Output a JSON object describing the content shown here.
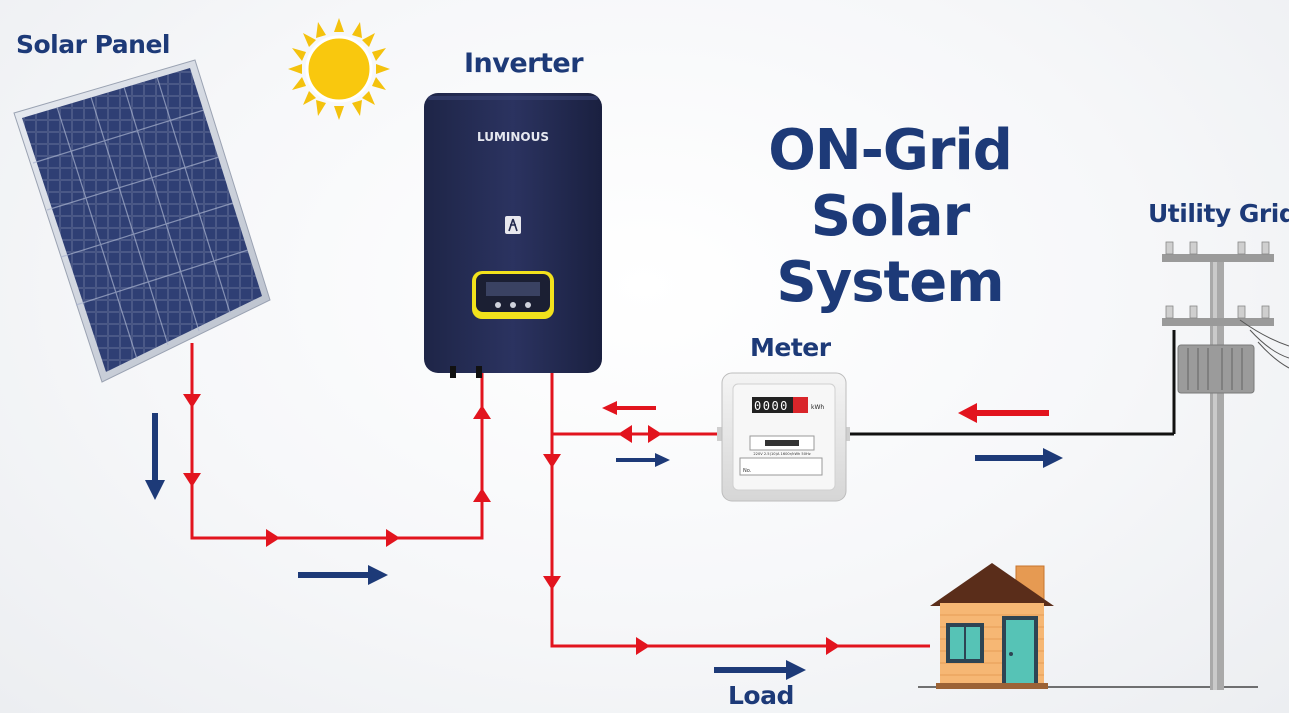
{
  "title": {
    "line1": "ON-Grid",
    "line2": "Solar System"
  },
  "labels": {
    "solar_panel": "Solar Panel",
    "inverter": "Inverter",
    "meter": "Meter",
    "utility_grid": "Utility Grid",
    "load": "Load"
  },
  "inverter": {
    "brand": "LUMINOUS"
  },
  "meter": {
    "reading": "0000",
    "unit": "kWh",
    "spec": "220V   2.5(10)A    1600r/kWh    50Hz",
    "no_label": "No."
  },
  "colors": {
    "title": "#1d3a78",
    "power_line": "#e2141e",
    "flow_arrow": "#1d3a78",
    "inverter_body": "#232a4e",
    "sun": "#f9c80e"
  }
}
